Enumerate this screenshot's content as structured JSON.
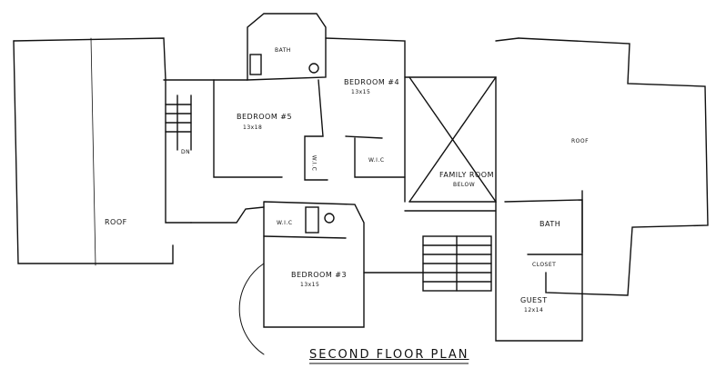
{
  "title": "SECOND FLOOR PLAN",
  "labels": {
    "roof_left": "ROOF",
    "roof_right": "ROOF",
    "bath_top": "BATH",
    "bedroom4": "BEDROOM #4",
    "bedroom4_size": "13x15",
    "bedroom5": "BEDROOM #5",
    "bedroom5_size": "13x18",
    "stair_dn": "DN",
    "wic_bed4": "W.I.C",
    "wic_bed5": "W.I.C",
    "family_room": "FAMILY ROOM",
    "family_room_below": "BELOW",
    "bath_guest": "BATH",
    "closet": "CLOSET",
    "guest": "GUEST",
    "guest_size": "12x14",
    "wic_bed3": "W.I.C",
    "bedroom3": "BEDROOM #3",
    "bedroom3_size": "13x15"
  }
}
